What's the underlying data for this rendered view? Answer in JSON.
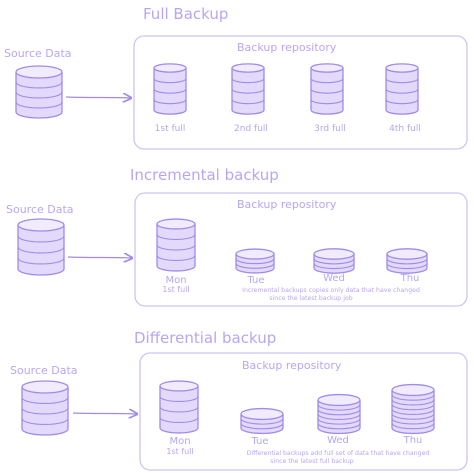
{
  "colors": {
    "stroke": "#a08be8",
    "text": "#b9a6f2",
    "fill": "#e2d9fb",
    "box": "#cfc3f3"
  },
  "sections": [
    {
      "title": "Full Backup",
      "source_label": "Source Data",
      "repo_label": "Backup repository",
      "items": [
        {
          "label": "1st full",
          "sub": ""
        },
        {
          "label": "2nd full",
          "sub": ""
        },
        {
          "label": "3rd full",
          "sub": ""
        },
        {
          "label": "4th full",
          "sub": ""
        }
      ],
      "note": [
        "",
        ""
      ]
    },
    {
      "title": "Incremental backup",
      "source_label": "Source Data",
      "repo_label": "Backup repository",
      "items": [
        {
          "label": "Mon",
          "sub": "1st full"
        },
        {
          "label": "Tue",
          "sub": ""
        },
        {
          "label": "Wed",
          "sub": ""
        },
        {
          "label": "Thu",
          "sub": ""
        }
      ],
      "note": [
        "Incremental backups copies only data that have changed",
        "since the latest backup job"
      ]
    },
    {
      "title": "Differential backup",
      "source_label": "Source Data",
      "repo_label": "Backup repository",
      "items": [
        {
          "label": "Mon",
          "sub": "1st full"
        },
        {
          "label": "Tue",
          "sub": ""
        },
        {
          "label": "Wed",
          "sub": ""
        },
        {
          "label": "Thu",
          "sub": ""
        }
      ],
      "note": [
        "Differential backups add full set of data that have changed",
        "since the latest full backup"
      ]
    }
  ]
}
